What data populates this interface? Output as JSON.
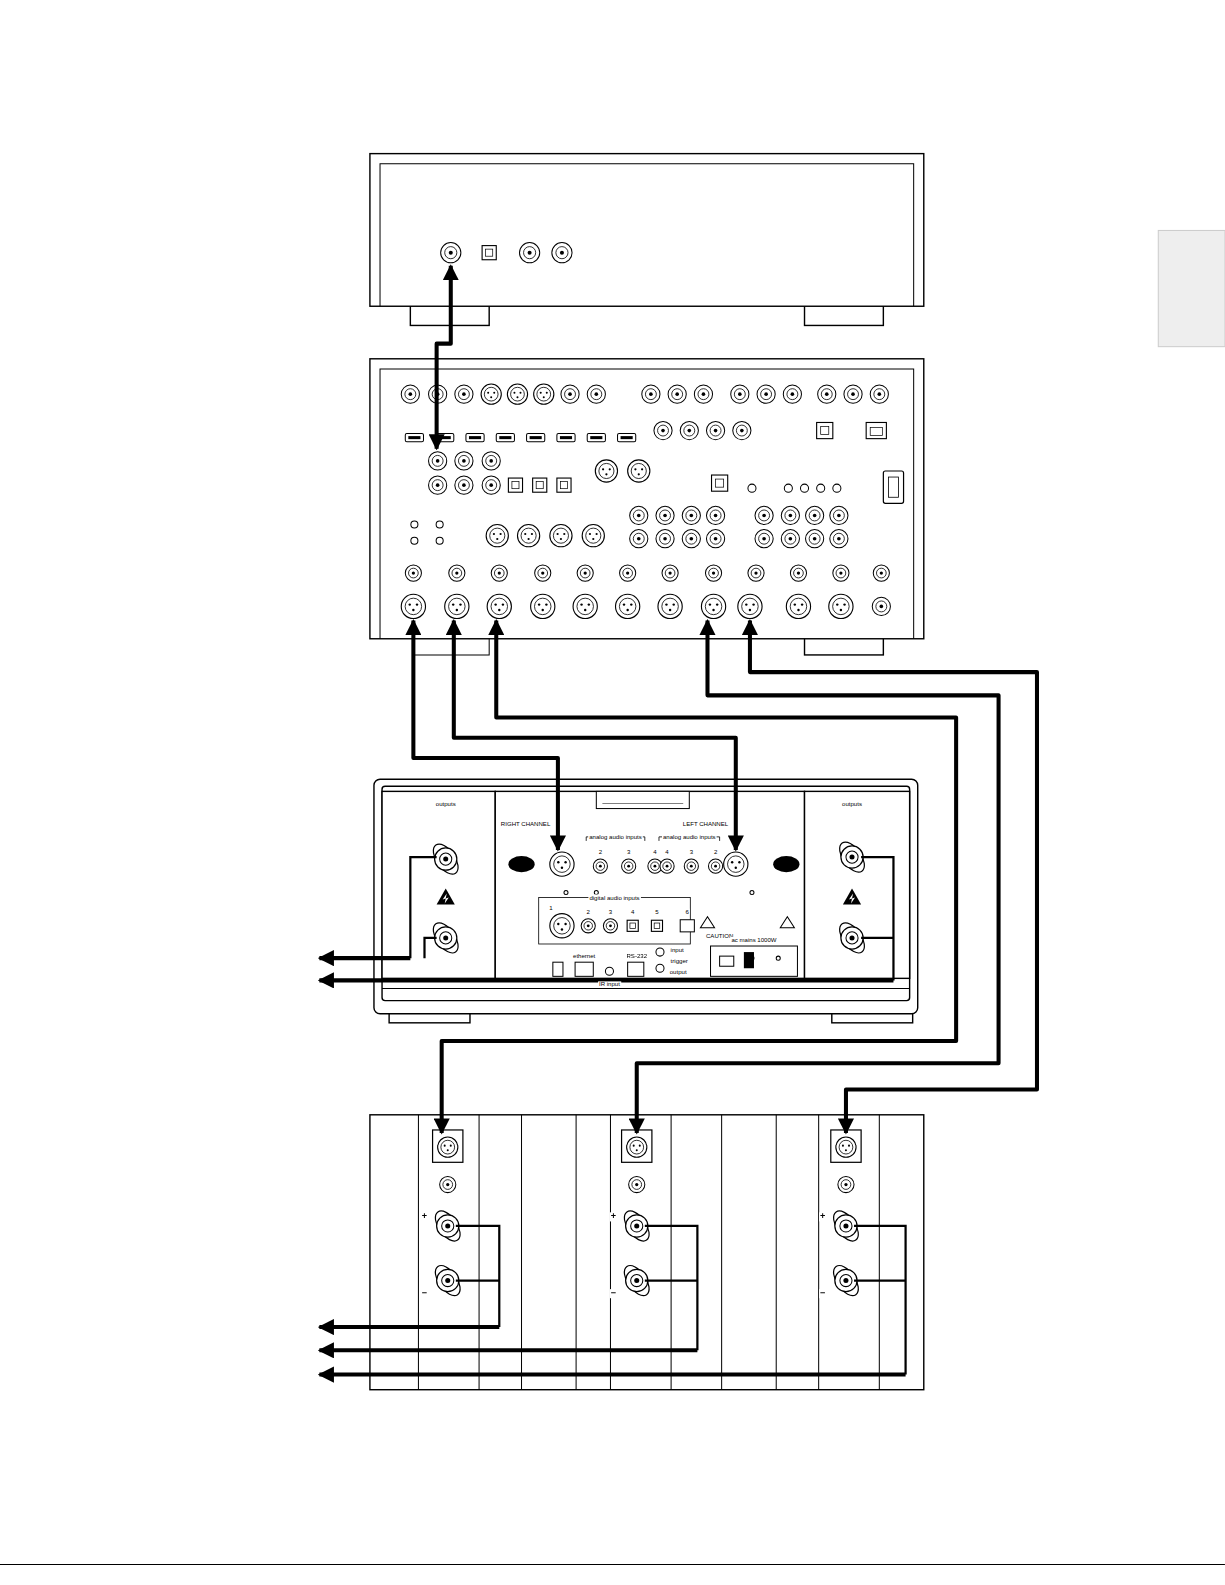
{
  "diagram": {
    "labels": [
      "outputs",
      "outputs",
      "RIGHT CHANNEL",
      "LEFT CHANNEL",
      "analog audio inputs",
      "2",
      "3",
      "4",
      "analog audio inputs",
      "4",
      "3",
      "2",
      "digital audio inputs",
      "1",
      "2",
      "3",
      "4",
      "5",
      "6",
      "ethernet",
      "IR input",
      "RS-232",
      "input",
      "trigger",
      "output",
      "CAUTION",
      "ac mains 1000W",
      "+",
      "−",
      "+",
      "−",
      "+",
      "−"
    ]
  }
}
